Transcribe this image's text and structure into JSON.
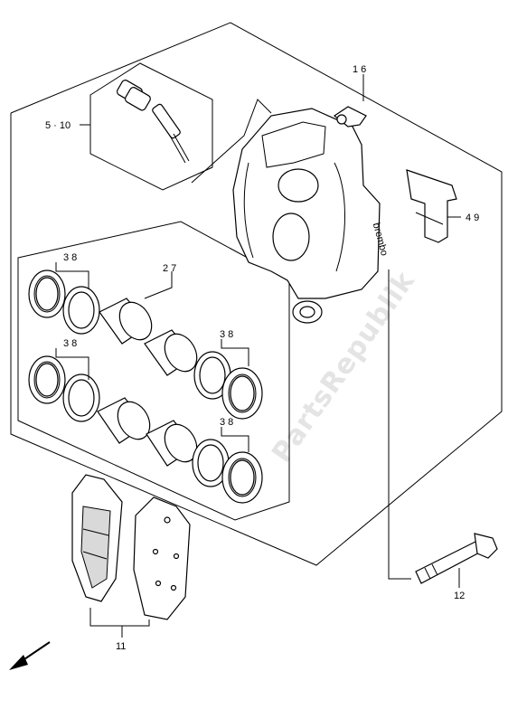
{
  "labels": {
    "part_1_6": "1 6",
    "part_5_10": "5 · 10",
    "part_4_9": "4 9",
    "part_2_7": "2 7",
    "part_3_8_a": "3 8",
    "part_3_8_b": "3 8",
    "part_3_8_c": "3 8",
    "part_3_8_d": "3 8",
    "part_11": "11",
    "part_12": "12"
  },
  "caliper_brand": "brembo",
  "watermark": "PartsRepublik",
  "icons": {
    "direction": "front-arrow-icon"
  }
}
